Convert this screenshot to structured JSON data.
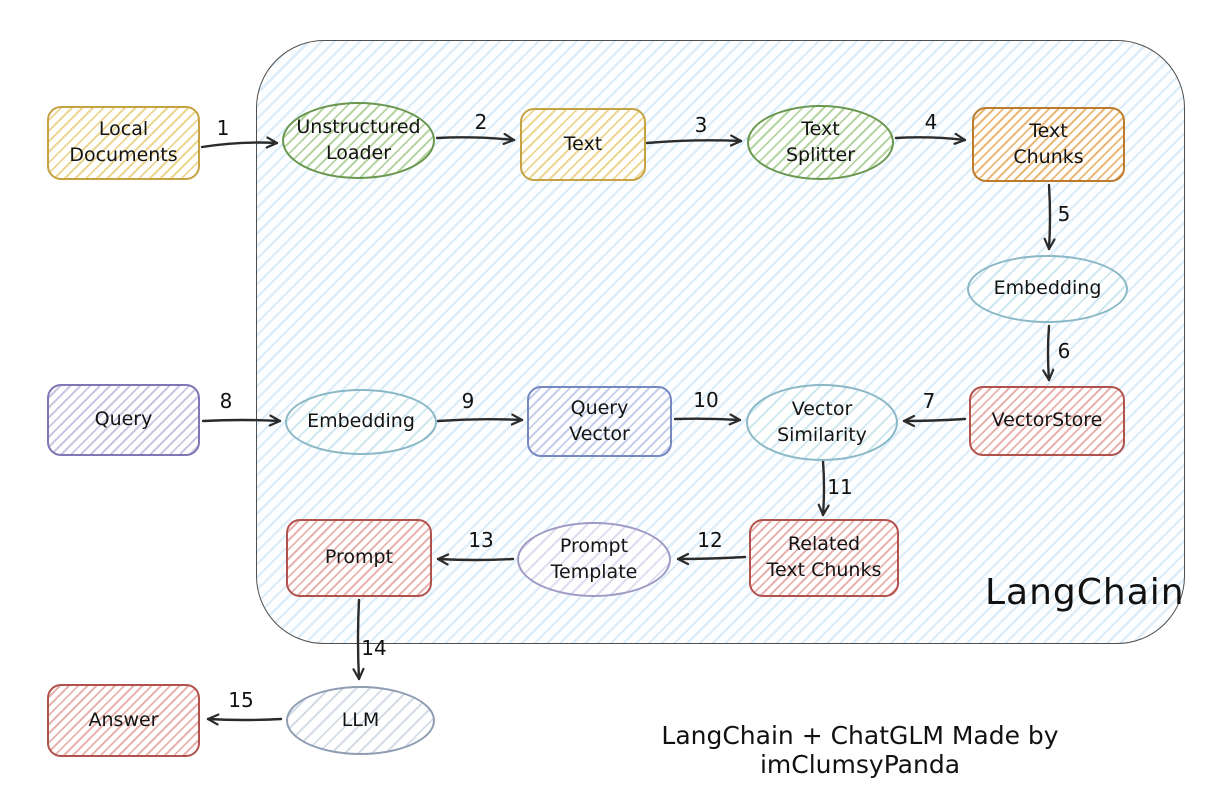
{
  "diagram": {
    "container_label": "LangChain",
    "caption": "LangChain + ChatGLM Made by imClumsyPanda"
  },
  "nodes": {
    "local_documents": {
      "label": "Local\nDocuments",
      "shape": "rect",
      "color": "yellow"
    },
    "unstructured_loader": {
      "label": "Unstructured\nLoader",
      "shape": "ellipse",
      "color": "green"
    },
    "text": {
      "label": "Text",
      "shape": "rect",
      "color": "yellow"
    },
    "text_splitter": {
      "label": "Text\nSplitter",
      "shape": "ellipse",
      "color": "green"
    },
    "text_chunks": {
      "label": "Text\nChunks",
      "shape": "rect",
      "color": "orange"
    },
    "embedding_docs": {
      "label": "Embedding",
      "shape": "ellipse",
      "color": "teal"
    },
    "vectorstore": {
      "label": "VectorStore",
      "shape": "rect",
      "color": "red"
    },
    "query": {
      "label": "Query",
      "shape": "rect",
      "color": "purple"
    },
    "embedding_query": {
      "label": "Embedding",
      "shape": "ellipse",
      "color": "teal"
    },
    "query_vector": {
      "label": "Query\nVector",
      "shape": "rect",
      "color": "blue"
    },
    "vector_similarity": {
      "label": "Vector\nSimilarity",
      "shape": "ellipse",
      "color": "teal"
    },
    "related_text_chunks": {
      "label": "Related\nText Chunks",
      "shape": "rect",
      "color": "red"
    },
    "prompt_template": {
      "label": "Prompt\nTemplate",
      "shape": "ellipse",
      "color": "lavender"
    },
    "prompt": {
      "label": "Prompt",
      "shape": "rect",
      "color": "red"
    },
    "llm": {
      "label": "LLM",
      "shape": "ellipse",
      "color": "grayblue"
    },
    "answer": {
      "label": "Answer",
      "shape": "rect",
      "color": "red"
    }
  },
  "edges": [
    {
      "label": "1",
      "from": "local_documents",
      "to": "unstructured_loader"
    },
    {
      "label": "2",
      "from": "unstructured_loader",
      "to": "text"
    },
    {
      "label": "3",
      "from": "text",
      "to": "text_splitter"
    },
    {
      "label": "4",
      "from": "text_splitter",
      "to": "text_chunks"
    },
    {
      "label": "5",
      "from": "text_chunks",
      "to": "embedding_docs"
    },
    {
      "label": "6",
      "from": "embedding_docs",
      "to": "vectorstore"
    },
    {
      "label": "7",
      "from": "vectorstore",
      "to": "vector_similarity"
    },
    {
      "label": "8",
      "from": "query",
      "to": "embedding_query"
    },
    {
      "label": "9",
      "from": "embedding_query",
      "to": "query_vector"
    },
    {
      "label": "10",
      "from": "query_vector",
      "to": "vector_similarity"
    },
    {
      "label": "11",
      "from": "vector_similarity",
      "to": "related_text_chunks"
    },
    {
      "label": "12",
      "from": "related_text_chunks",
      "to": "prompt_template"
    },
    {
      "label": "13",
      "from": "prompt_template",
      "to": "prompt"
    },
    {
      "label": "14",
      "from": "prompt",
      "to": "llm"
    },
    {
      "label": "15",
      "from": "llm",
      "to": "answer"
    }
  ],
  "palette": {
    "yellow_border": "#c6a243",
    "green_border": "#69974f",
    "orange_border": "#bd7c2d",
    "teal_border": "#8ab8c6",
    "red_border": "#b2524d",
    "purple_border": "#7d77b4",
    "blue_border": "#7588c0",
    "lavender_border": "#9f9ac6",
    "grayblue_border": "#8e9db3",
    "container_border": "#4f4f4f",
    "container_hatch": "#b4d7f0",
    "arrow": "#2b2b2b",
    "text": "#141414"
  }
}
